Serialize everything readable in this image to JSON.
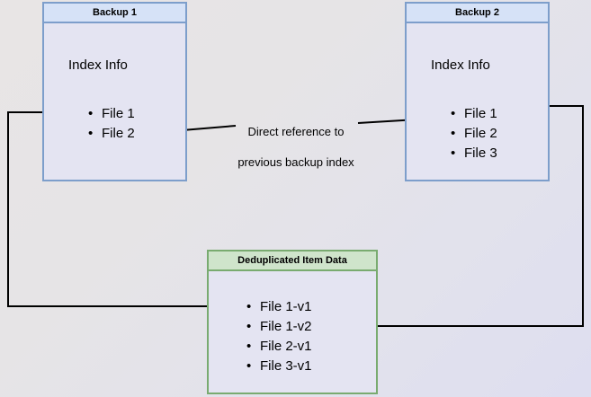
{
  "diagram": {
    "title_hidden": "",
    "background": {
      "from": "#e8e5e5",
      "to": "#dedef0"
    },
    "colors": {
      "blue_border": "#7d9ecb",
      "blue_header": "#d6e2f7",
      "green_border": "#79ab70",
      "green_header": "#cfe4cb",
      "body_fill": "#e4e4f2",
      "edge": "#000000"
    }
  },
  "backup1": {
    "header": "Backup 1",
    "section_title": "Index Info",
    "items": [
      "File 1",
      "File 2"
    ]
  },
  "backup2": {
    "header": "Backup 2",
    "section_title": "Index Info",
    "items": [
      "File 1",
      "File 2",
      "File 3"
    ]
  },
  "dedup": {
    "header": "Deduplicated Item Data",
    "items": [
      "File 1-v1",
      "File 1-v2",
      "File 2-v1",
      "File 3-v1"
    ]
  },
  "edges": {
    "center_label_line1": "Direct reference to",
    "center_label_line2": "previous backup index",
    "center_label": "Direct reference to\nprevious backup index"
  }
}
